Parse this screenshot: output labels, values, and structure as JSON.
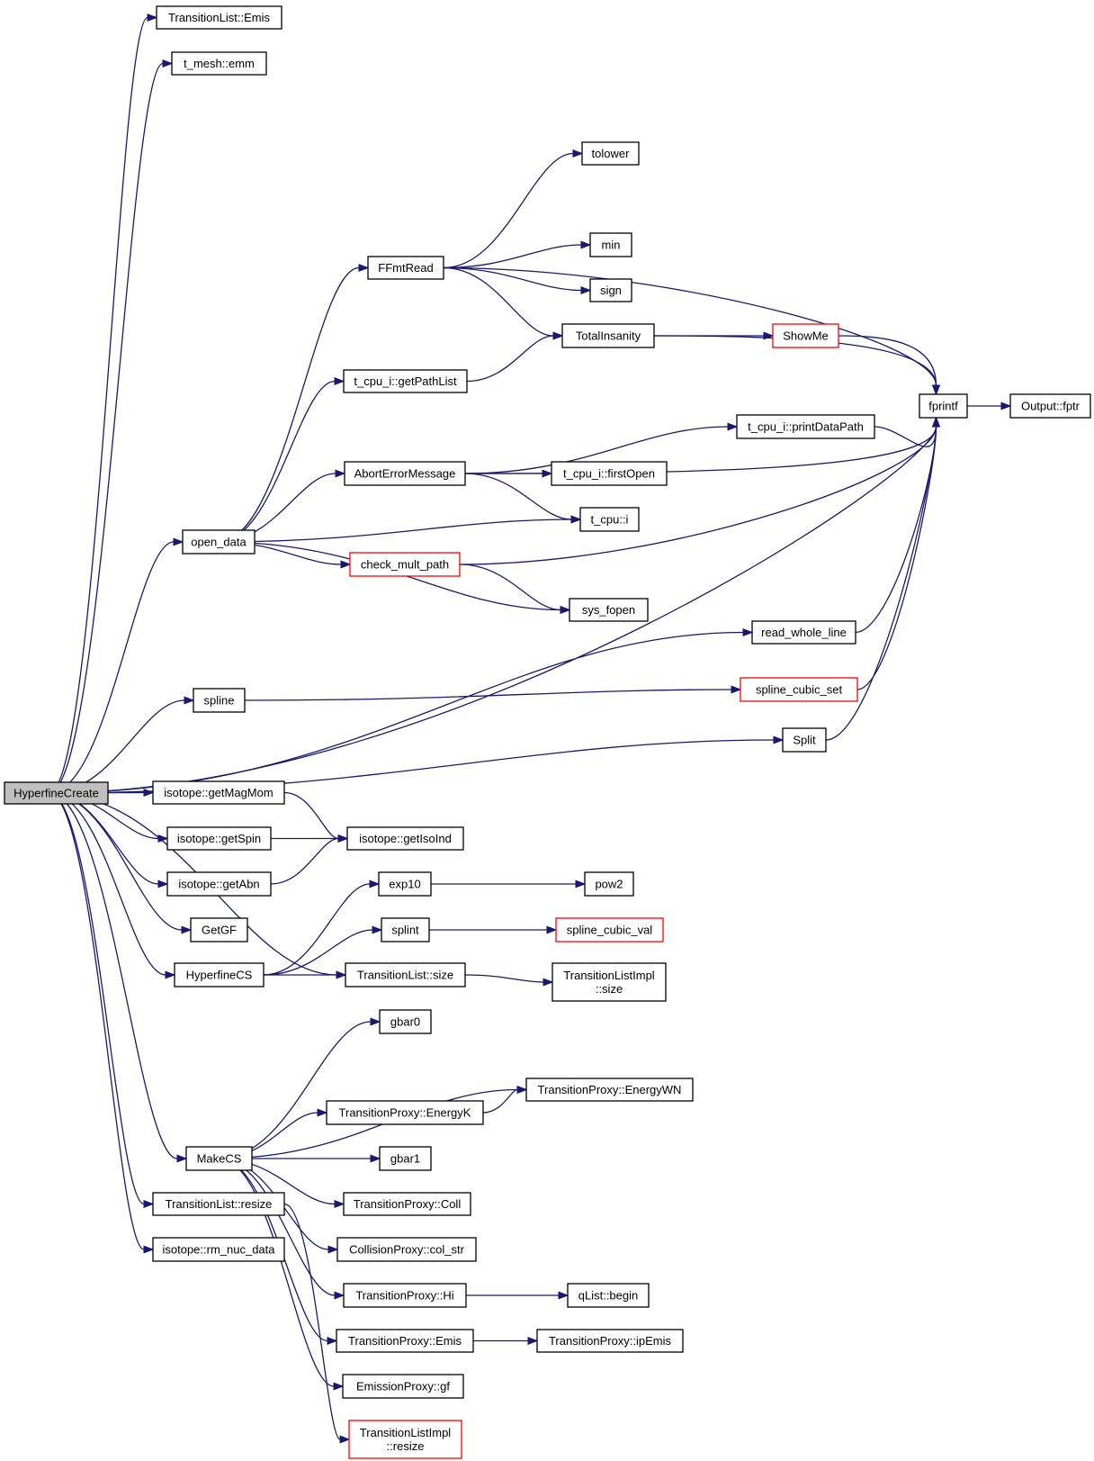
{
  "nodes": [
    {
      "id": "root",
      "label": [
        "HyperfineCreate"
      ],
      "root": true
    },
    {
      "id": "n_emis",
      "label": [
        "TransitionList::Emis"
      ]
    },
    {
      "id": "n_emm",
      "label": [
        "t_mesh::emm"
      ]
    },
    {
      "id": "n_tolower",
      "label": [
        "tolower"
      ]
    },
    {
      "id": "n_ffmt",
      "label": [
        "FFmtRead"
      ]
    },
    {
      "id": "n_min",
      "label": [
        "min"
      ]
    },
    {
      "id": "n_sign",
      "label": [
        "sign"
      ]
    },
    {
      "id": "n_total",
      "label": [
        "TotalInsanity"
      ]
    },
    {
      "id": "n_showme",
      "label": [
        "ShowMe"
      ],
      "red": true
    },
    {
      "id": "n_getpath",
      "label": [
        "t_cpu_i::getPathList"
      ]
    },
    {
      "id": "n_fprintf",
      "label": [
        "fprintf"
      ]
    },
    {
      "id": "n_fptr",
      "label": [
        "Output::fptr"
      ]
    },
    {
      "id": "n_printdp",
      "label": [
        "t_cpu_i::printDataPath"
      ]
    },
    {
      "id": "n_abort",
      "label": [
        "AbortErrorMessage"
      ]
    },
    {
      "id": "n_first",
      "label": [
        "t_cpu_i::firstOpen"
      ]
    },
    {
      "id": "n_cpui",
      "label": [
        "t_cpu::i"
      ]
    },
    {
      "id": "n_open",
      "label": [
        "open_data"
      ]
    },
    {
      "id": "n_checkmp",
      "label": [
        "check_mult_path"
      ],
      "red": true
    },
    {
      "id": "n_sysf",
      "label": [
        "sys_fopen"
      ]
    },
    {
      "id": "n_rwl",
      "label": [
        "read_whole_line"
      ]
    },
    {
      "id": "n_spline",
      "label": [
        "spline"
      ]
    },
    {
      "id": "n_scs",
      "label": [
        "spline_cubic_set"
      ],
      "red": true
    },
    {
      "id": "n_split",
      "label": [
        "Split"
      ]
    },
    {
      "id": "n_getmag",
      "label": [
        "isotope::getMagMom"
      ]
    },
    {
      "id": "n_getspin",
      "label": [
        "isotope::getSpin"
      ]
    },
    {
      "id": "n_getiso",
      "label": [
        "isotope::getIsoInd"
      ]
    },
    {
      "id": "n_getabn",
      "label": [
        "isotope::getAbn"
      ]
    },
    {
      "id": "n_exp10",
      "label": [
        "exp10"
      ]
    },
    {
      "id": "n_pow2",
      "label": [
        "pow2"
      ]
    },
    {
      "id": "n_getgf",
      "label": [
        "GetGF"
      ]
    },
    {
      "id": "n_splint",
      "label": [
        "splint"
      ]
    },
    {
      "id": "n_scv",
      "label": [
        "spline_cubic_val"
      ],
      "red": true
    },
    {
      "id": "n_hcs",
      "label": [
        "HyperfineCS"
      ]
    },
    {
      "id": "n_tlsize",
      "label": [
        "TransitionList::size"
      ]
    },
    {
      "id": "n_tlisize",
      "label": [
        "TransitionListImpl",
        "::size"
      ]
    },
    {
      "id": "n_gbar0",
      "label": [
        "gbar0"
      ]
    },
    {
      "id": "n_enwn",
      "label": [
        "TransitionProxy::EnergyWN"
      ]
    },
    {
      "id": "n_enk",
      "label": [
        "TransitionProxy::EnergyK"
      ]
    },
    {
      "id": "n_makecs",
      "label": [
        "MakeCS"
      ]
    },
    {
      "id": "n_gbar1",
      "label": [
        "gbar1"
      ]
    },
    {
      "id": "n_tlresize",
      "label": [
        "TransitionList::resize"
      ]
    },
    {
      "id": "n_coll",
      "label": [
        "TransitionProxy::Coll"
      ]
    },
    {
      "id": "n_rmnuc",
      "label": [
        "isotope::rm_nuc_data"
      ]
    },
    {
      "id": "n_colstr",
      "label": [
        "CollisionProxy::col_str"
      ]
    },
    {
      "id": "n_hi",
      "label": [
        "TransitionProxy::Hi"
      ]
    },
    {
      "id": "n_qbegin",
      "label": [
        "qList::begin"
      ]
    },
    {
      "id": "n_tpemis",
      "label": [
        "TransitionProxy::Emis"
      ]
    },
    {
      "id": "n_ipemis",
      "label": [
        "TransitionProxy::ipEmis"
      ]
    },
    {
      "id": "n_gf",
      "label": [
        "EmissionProxy::gf"
      ]
    },
    {
      "id": "n_tliresize",
      "label": [
        "TransitionListImpl",
        "::resize"
      ],
      "red": true
    }
  ],
  "edges": [
    [
      "root",
      "n_emis"
    ],
    [
      "root",
      "n_emm"
    ],
    [
      "root",
      "n_fprintf"
    ],
    [
      "root",
      "n_open"
    ],
    [
      "root",
      "n_rwl"
    ],
    [
      "root",
      "n_spline"
    ],
    [
      "root",
      "n_split"
    ],
    [
      "root",
      "n_getmag"
    ],
    [
      "root",
      "n_getspin"
    ],
    [
      "root",
      "n_getabn"
    ],
    [
      "root",
      "n_getgf"
    ],
    [
      "root",
      "n_hcs"
    ],
    [
      "root",
      "n_tlsize"
    ],
    [
      "root",
      "n_makecs"
    ],
    [
      "root",
      "n_tlresize"
    ],
    [
      "root",
      "n_rmnuc"
    ],
    [
      "n_ffmt",
      "n_tolower"
    ],
    [
      "n_ffmt",
      "n_fprintf"
    ],
    [
      "n_ffmt",
      "n_min"
    ],
    [
      "n_ffmt",
      "n_sign"
    ],
    [
      "n_ffmt",
      "n_total"
    ],
    [
      "n_total",
      "n_fprintf"
    ],
    [
      "n_total",
      "n_showme"
    ],
    [
      "n_showme",
      "n_fprintf"
    ],
    [
      "n_getpath",
      "n_total"
    ],
    [
      "n_fprintf",
      "n_fptr"
    ],
    [
      "n_printdp",
      "n_fprintf"
    ],
    [
      "n_abort",
      "n_fprintf"
    ],
    [
      "n_abort",
      "n_printdp"
    ],
    [
      "n_abort",
      "n_first"
    ],
    [
      "n_abort",
      "n_cpui"
    ],
    [
      "n_open",
      "n_ffmt"
    ],
    [
      "n_open",
      "n_getpath"
    ],
    [
      "n_open",
      "n_abort"
    ],
    [
      "n_open",
      "n_cpui"
    ],
    [
      "n_open",
      "n_checkmp"
    ],
    [
      "n_open",
      "n_sysf"
    ],
    [
      "n_checkmp",
      "n_fprintf"
    ],
    [
      "n_checkmp",
      "n_sysf"
    ],
    [
      "n_rwl",
      "n_fprintf"
    ],
    [
      "n_spline",
      "n_scs"
    ],
    [
      "n_scs",
      "n_fprintf"
    ],
    [
      "n_split",
      "n_fprintf"
    ],
    [
      "n_getmag",
      "n_getiso"
    ],
    [
      "n_getspin",
      "n_getiso"
    ],
    [
      "n_getabn",
      "n_getiso"
    ],
    [
      "n_exp10",
      "n_pow2"
    ],
    [
      "n_splint",
      "n_scv"
    ],
    [
      "n_hcs",
      "n_exp10"
    ],
    [
      "n_hcs",
      "n_splint"
    ],
    [
      "n_hcs",
      "n_tlsize"
    ],
    [
      "n_tlsize",
      "n_tlisize"
    ],
    [
      "n_makecs",
      "n_gbar0"
    ],
    [
      "n_makecs",
      "n_enwn"
    ],
    [
      "n_makecs",
      "n_enk"
    ],
    [
      "n_makecs",
      "n_gbar1"
    ],
    [
      "n_makecs",
      "n_coll"
    ],
    [
      "n_makecs",
      "n_colstr"
    ],
    [
      "n_makecs",
      "n_hi"
    ],
    [
      "n_makecs",
      "n_tpemis"
    ],
    [
      "n_makecs",
      "n_gf"
    ],
    [
      "n_enk",
      "n_enwn"
    ],
    [
      "n_hi",
      "n_qbegin"
    ],
    [
      "n_tpemis",
      "n_ipemis"
    ],
    [
      "n_tlresize",
      "n_tliresize"
    ]
  ],
  "colors": {
    "edge": "#191970",
    "root_fill": "#bfbfbf",
    "red_border": "#ff0000"
  }
}
